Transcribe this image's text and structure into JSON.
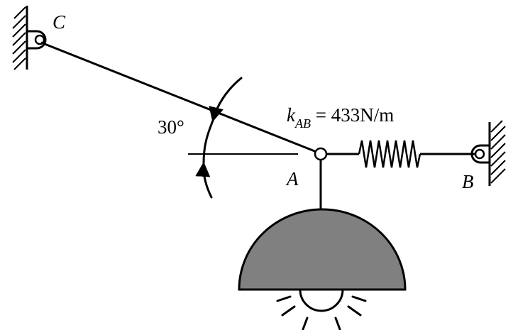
{
  "labels": {
    "point_c": "C",
    "point_a": "A",
    "point_b": "B",
    "angle": "30°",
    "spring_k": "k",
    "spring_sub": "AB",
    "spring_value": " = 433N/m"
  },
  "colors": {
    "line": "#000000",
    "lamp_fill": "#808080",
    "background": "#ffffff"
  },
  "icons": {
    "light_rays": "sun-rays-icon",
    "pin_support": "pin-support-icon",
    "wall_hatch": "hatched-wall-icon"
  }
}
